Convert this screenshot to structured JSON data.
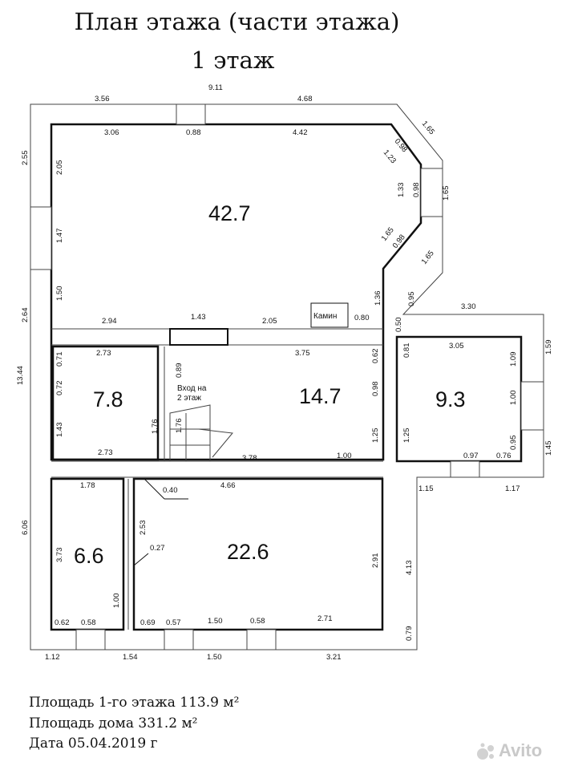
{
  "title": {
    "line1": "План этажа (части этажа)",
    "line2": "1 этаж"
  },
  "rooms": [
    {
      "id": "r1",
      "area": "42.7"
    },
    {
      "id": "r2",
      "area": "7.8"
    },
    {
      "id": "r3",
      "area": "14.7"
    },
    {
      "id": "r4",
      "area": "9.3"
    },
    {
      "id": "r5",
      "area": "6.6"
    },
    {
      "id": "r6",
      "area": "22.6"
    }
  ],
  "labels": {
    "fireplace": "Камин",
    "entry_line1": "Вход на",
    "entry_line2": "2 этаж"
  },
  "dimensions": {
    "d_911": "9.11",
    "d_356": "3.56",
    "d_468": "4.68",
    "d_306": "3.06",
    "d_088": "0.88",
    "d_442": "4.42",
    "d_165a": "1.65",
    "d_098a": "0.98",
    "d_123": "1.23",
    "d_133": "1.33",
    "d_098b": "0.98",
    "d_165b": "1.65",
    "d_165c": "1.65",
    "d_098c": "0.98",
    "d_165d": "1.65",
    "d_255": "2.55",
    "d_205v": "2.05",
    "d_147": "1.47",
    "d_150v": "1.50",
    "d_264": "2.64",
    "d_1344": "13.44",
    "d_294": "2.94",
    "d_143h": "1.43",
    "d_205h": "2.05",
    "d_080": "0.80",
    "d_136": "1.36",
    "d_095a": "0.95",
    "d_330": "3.30",
    "d_050": "0.50",
    "d_273a": "2.73",
    "d_071": "0.71",
    "d_072": "0.72",
    "d_089": "0.89",
    "d_375": "3.75",
    "d_062": "0.62",
    "d_081": "0.81",
    "d_305": "3.05",
    "d_109": "1.09",
    "d_159": "1.59",
    "d_098d": "0.98",
    "d_100a": "1.00",
    "d_143v": "1.43",
    "d_176a": "1.76",
    "d_176b": "1.76",
    "d_125a": "1.25",
    "d_125b": "1.25",
    "d_095b": "0.95",
    "d_145": "1.45",
    "d_273b": "2.73",
    "d_378": "3.78",
    "d_100b": "1.00",
    "d_097": "0.97",
    "d_076": "0.76",
    "d_178": "1.78",
    "d_040": "0.40",
    "d_466": "4.66",
    "d_115": "1.15",
    "d_117": "1.17",
    "d_606": "6.06",
    "d_253": "2.53",
    "d_373": "3.73",
    "d_027": "0.27",
    "d_291": "2.91",
    "d_413": "4.13",
    "d_100c": "1.00",
    "d_062b": "0.62",
    "d_058a": "0.58",
    "d_069": "0.69",
    "d_057": "0.57",
    "d_150a": "1.50",
    "d_058b": "0.58",
    "d_271": "2.71",
    "d_079": "0.79",
    "d_112": "1.12",
    "d_154": "1.54",
    "d_150b": "1.50",
    "d_321": "3.21"
  },
  "footer": {
    "floor_area": "Площадь 1-го этажа 113.9 м²",
    "house_area": "Площадь дома 331.2 м²",
    "date": "Дата 05.04.2019 г"
  },
  "watermark": "Avito"
}
